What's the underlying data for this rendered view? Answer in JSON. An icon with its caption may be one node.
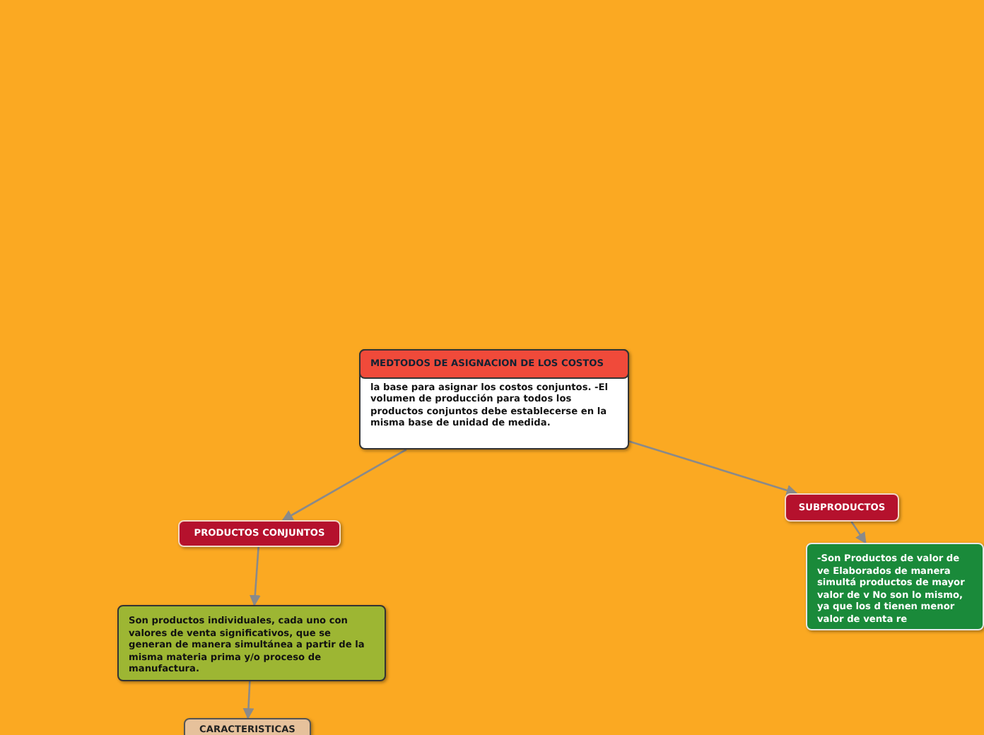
{
  "diagram": {
    "nodes": [
      {
        "text": [
          "MEDTODOS DE ASIGNACION DE LOS COSTOS",
          "la base para asignar los costos conjuntos. -El volumen de producción para todos los productos conjuntos debe establecerse en la misma base de unidad de medida."
        ]
      },
      {
        "text": [
          "PRODUCTOS CONJUNTOS"
        ]
      },
      {
        "text": [
          "SUBPRODUCTOS"
        ]
      },
      {
        "text": [
          "Son productos individuales, cada uno con valores de venta significativos, que se generan de manera simultánea a partir de la misma materia prima y/o proceso de manufactura."
        ]
      },
      {
        "text": [
          "-Son Productos de valor de ve Elaborados de manera simultá productos de mayor valor de v No son lo mismo, ya que los d tienen menor valor de venta re"
        ]
      },
      {
        "text": [
          "CARACTERISTICAS"
        ]
      }
    ],
    "edges": [
      {
        "from": 0,
        "to": 1,
        "arrow": "to"
      },
      {
        "from": 0,
        "to": 2,
        "arrow": "to"
      },
      {
        "from": 1,
        "to": 3,
        "arrow": "to"
      },
      {
        "from": 2,
        "to": 4,
        "arrow": "to"
      },
      {
        "from": 3,
        "to": 5,
        "arrow": "to"
      }
    ]
  }
}
